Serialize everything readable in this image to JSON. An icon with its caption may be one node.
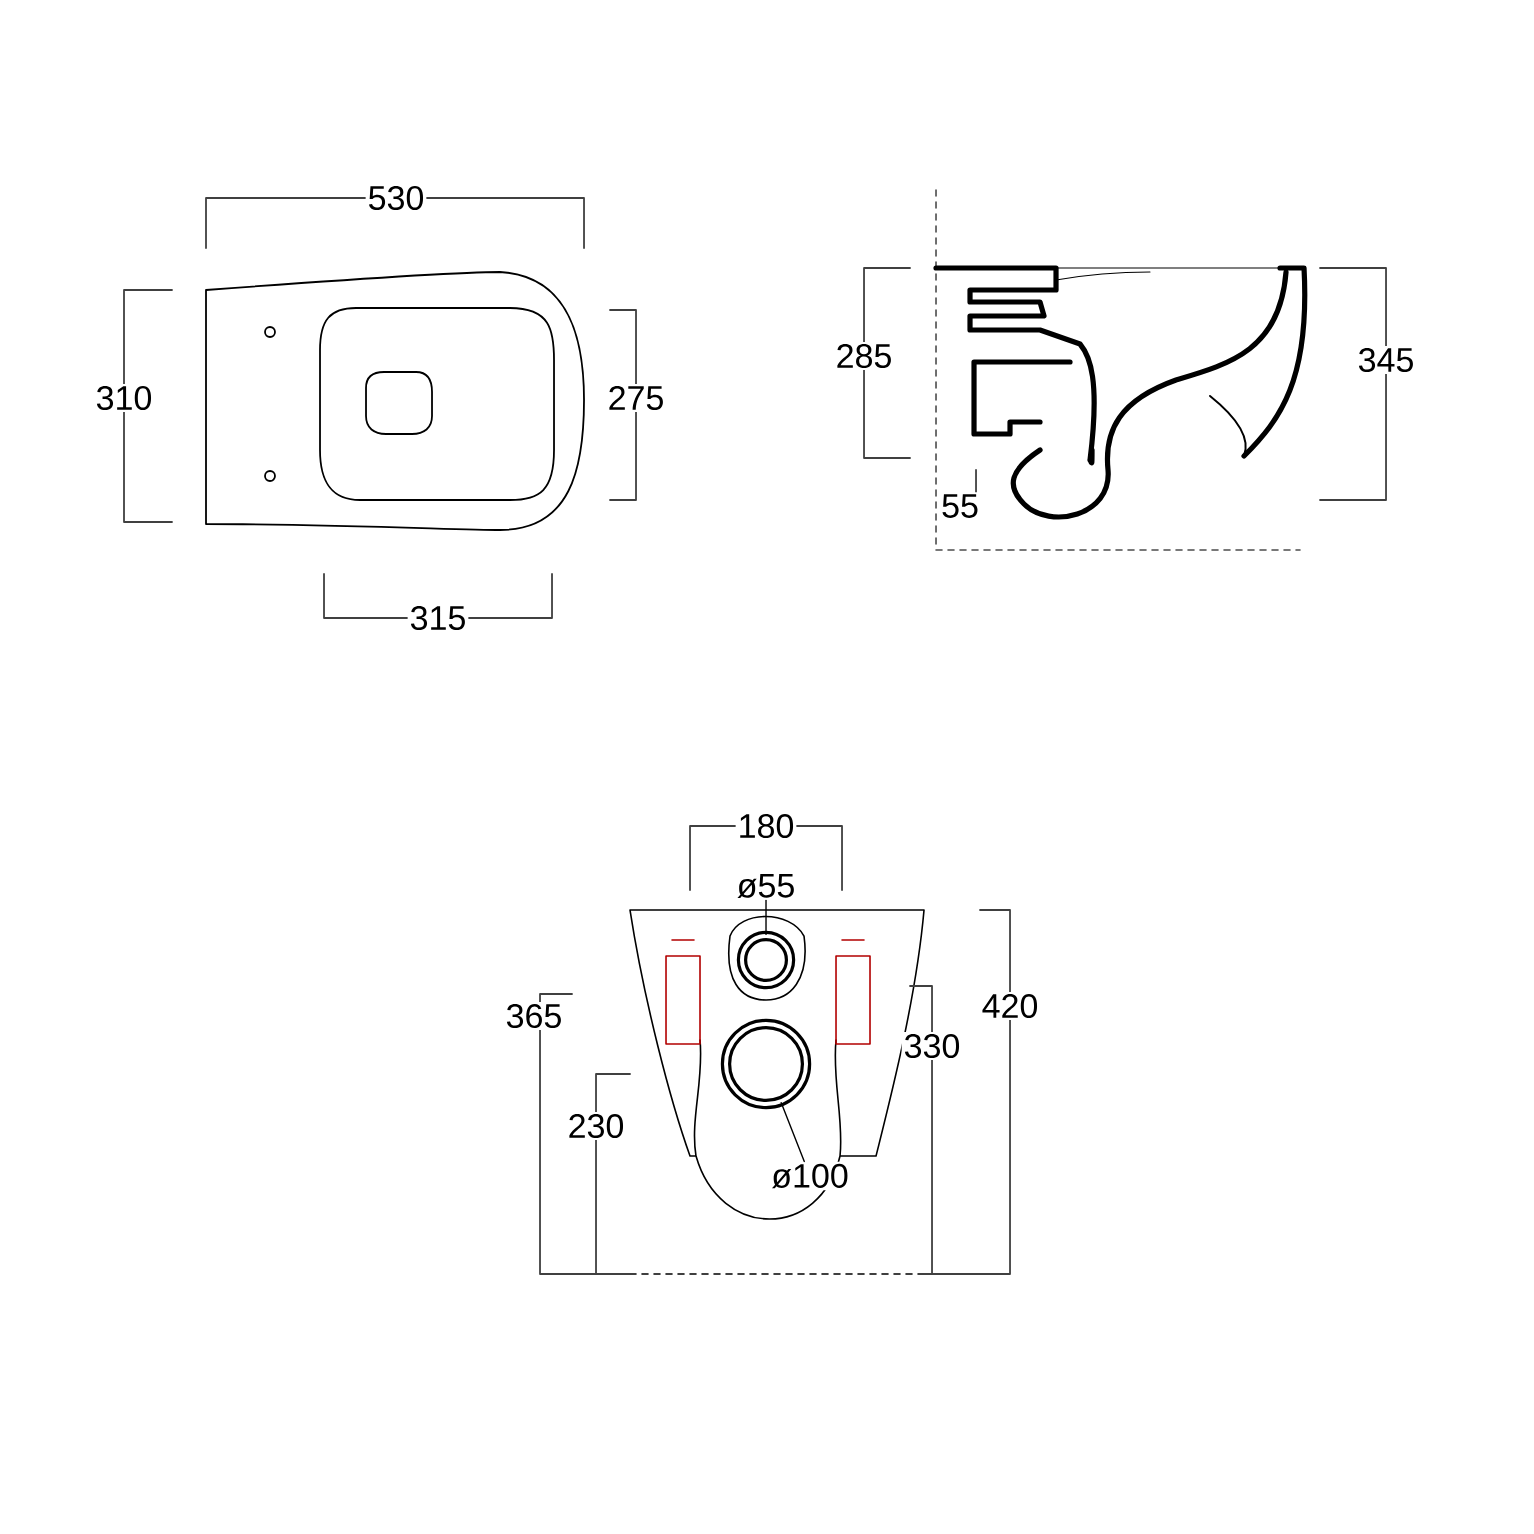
{
  "diagram": {
    "nodes": [
      {
        "text": [
          "ø55"
        ]
      },
      {
        "text": [],
        "shape": "circle"
      },
      {
        "text": [
          "ø100"
        ]
      },
      {
        "text": [],
        "shape": "circle"
      }
    ],
    "edges": [
      {
        "from": 0,
        "to": 1,
        "arrow": "none"
      },
      {
        "from": 2,
        "to": 3,
        "arrow": "none"
      }
    ],
    "labels": [
      "530",
      "310",
      "275",
      "315",
      "285",
      "345",
      "55",
      "180",
      "365",
      "420",
      "330",
      "230"
    ]
  }
}
